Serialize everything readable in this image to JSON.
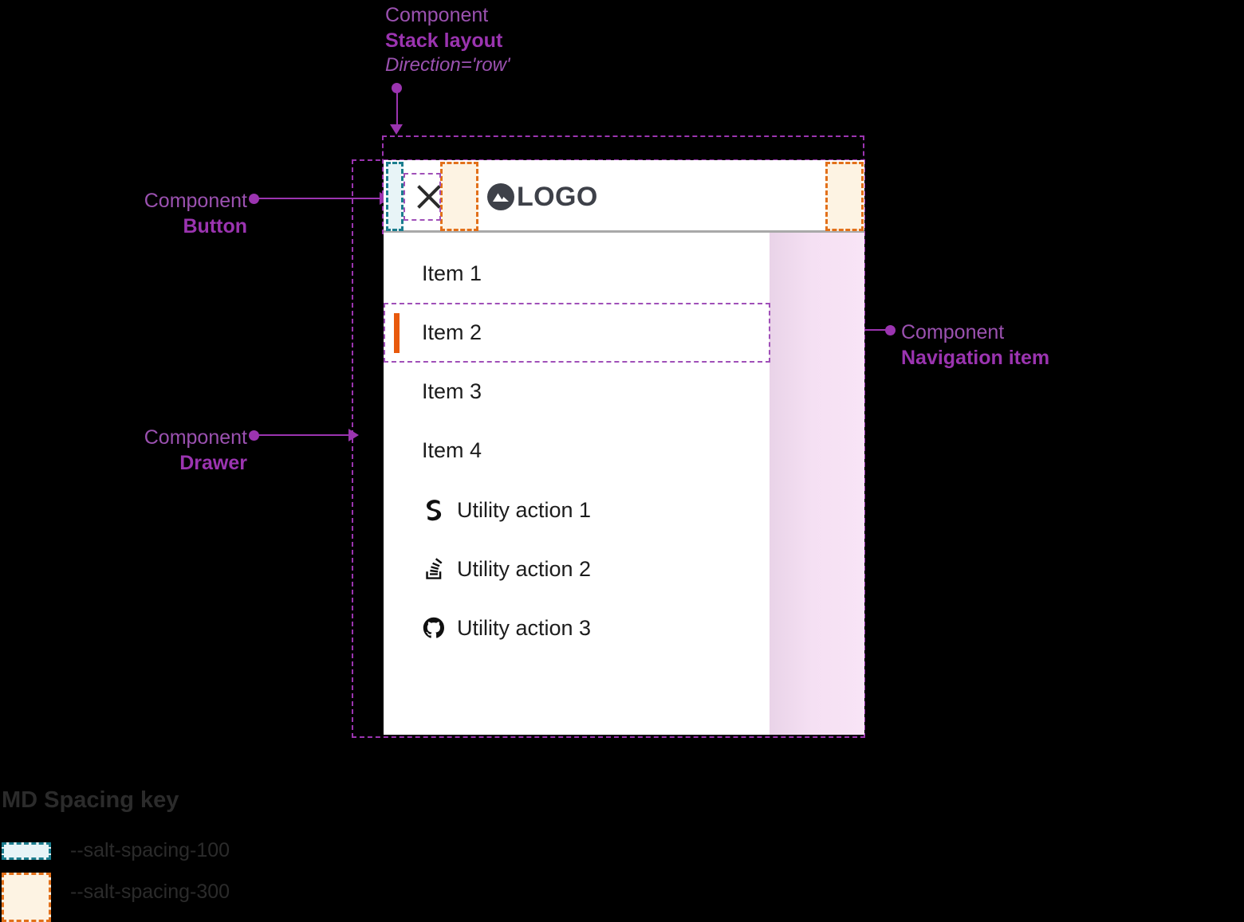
{
  "annotations": {
    "stack_layout": {
      "kind": "Component",
      "name": "Stack layout",
      "prop": "Direction='row'"
    },
    "button": {
      "kind": "Component",
      "name": "Button"
    },
    "drawer": {
      "kind": "Component",
      "name": "Drawer"
    },
    "navigation_item": {
      "kind": "Component",
      "name": "Navigation item"
    }
  },
  "drawer": {
    "header": {
      "close_label": "close-icon",
      "logo_text": "LOGO"
    },
    "nav_items": [
      {
        "label": "Item 1",
        "active": false
      },
      {
        "label": "Item 2",
        "active": true
      },
      {
        "label": "Item 3",
        "active": false
      },
      {
        "label": "Item 4",
        "active": false
      }
    ],
    "utility_actions": [
      {
        "label": "Utility action 1",
        "icon": "salt-logo-icon"
      },
      {
        "label": "Utility action 2",
        "icon": "stack-overflow-icon"
      },
      {
        "label": "Utility action 3",
        "icon": "github-icon"
      }
    ]
  },
  "spacing_key": {
    "title": "MD Spacing key",
    "rows": [
      {
        "token": "--salt-spacing-100",
        "fill": "#E8F4F7",
        "stroke": "#1C7D8E"
      },
      {
        "token": "--salt-spacing-300",
        "fill": "#FDF3E3",
        "stroke": "#E2701A"
      }
    ]
  },
  "colors": {
    "annotation": "#9B34B0",
    "active_indicator": "#E8590C",
    "logo": "#3E4149",
    "background": "#000000",
    "panel": "#FFFFFF",
    "highlight": "#F5E0F3"
  }
}
